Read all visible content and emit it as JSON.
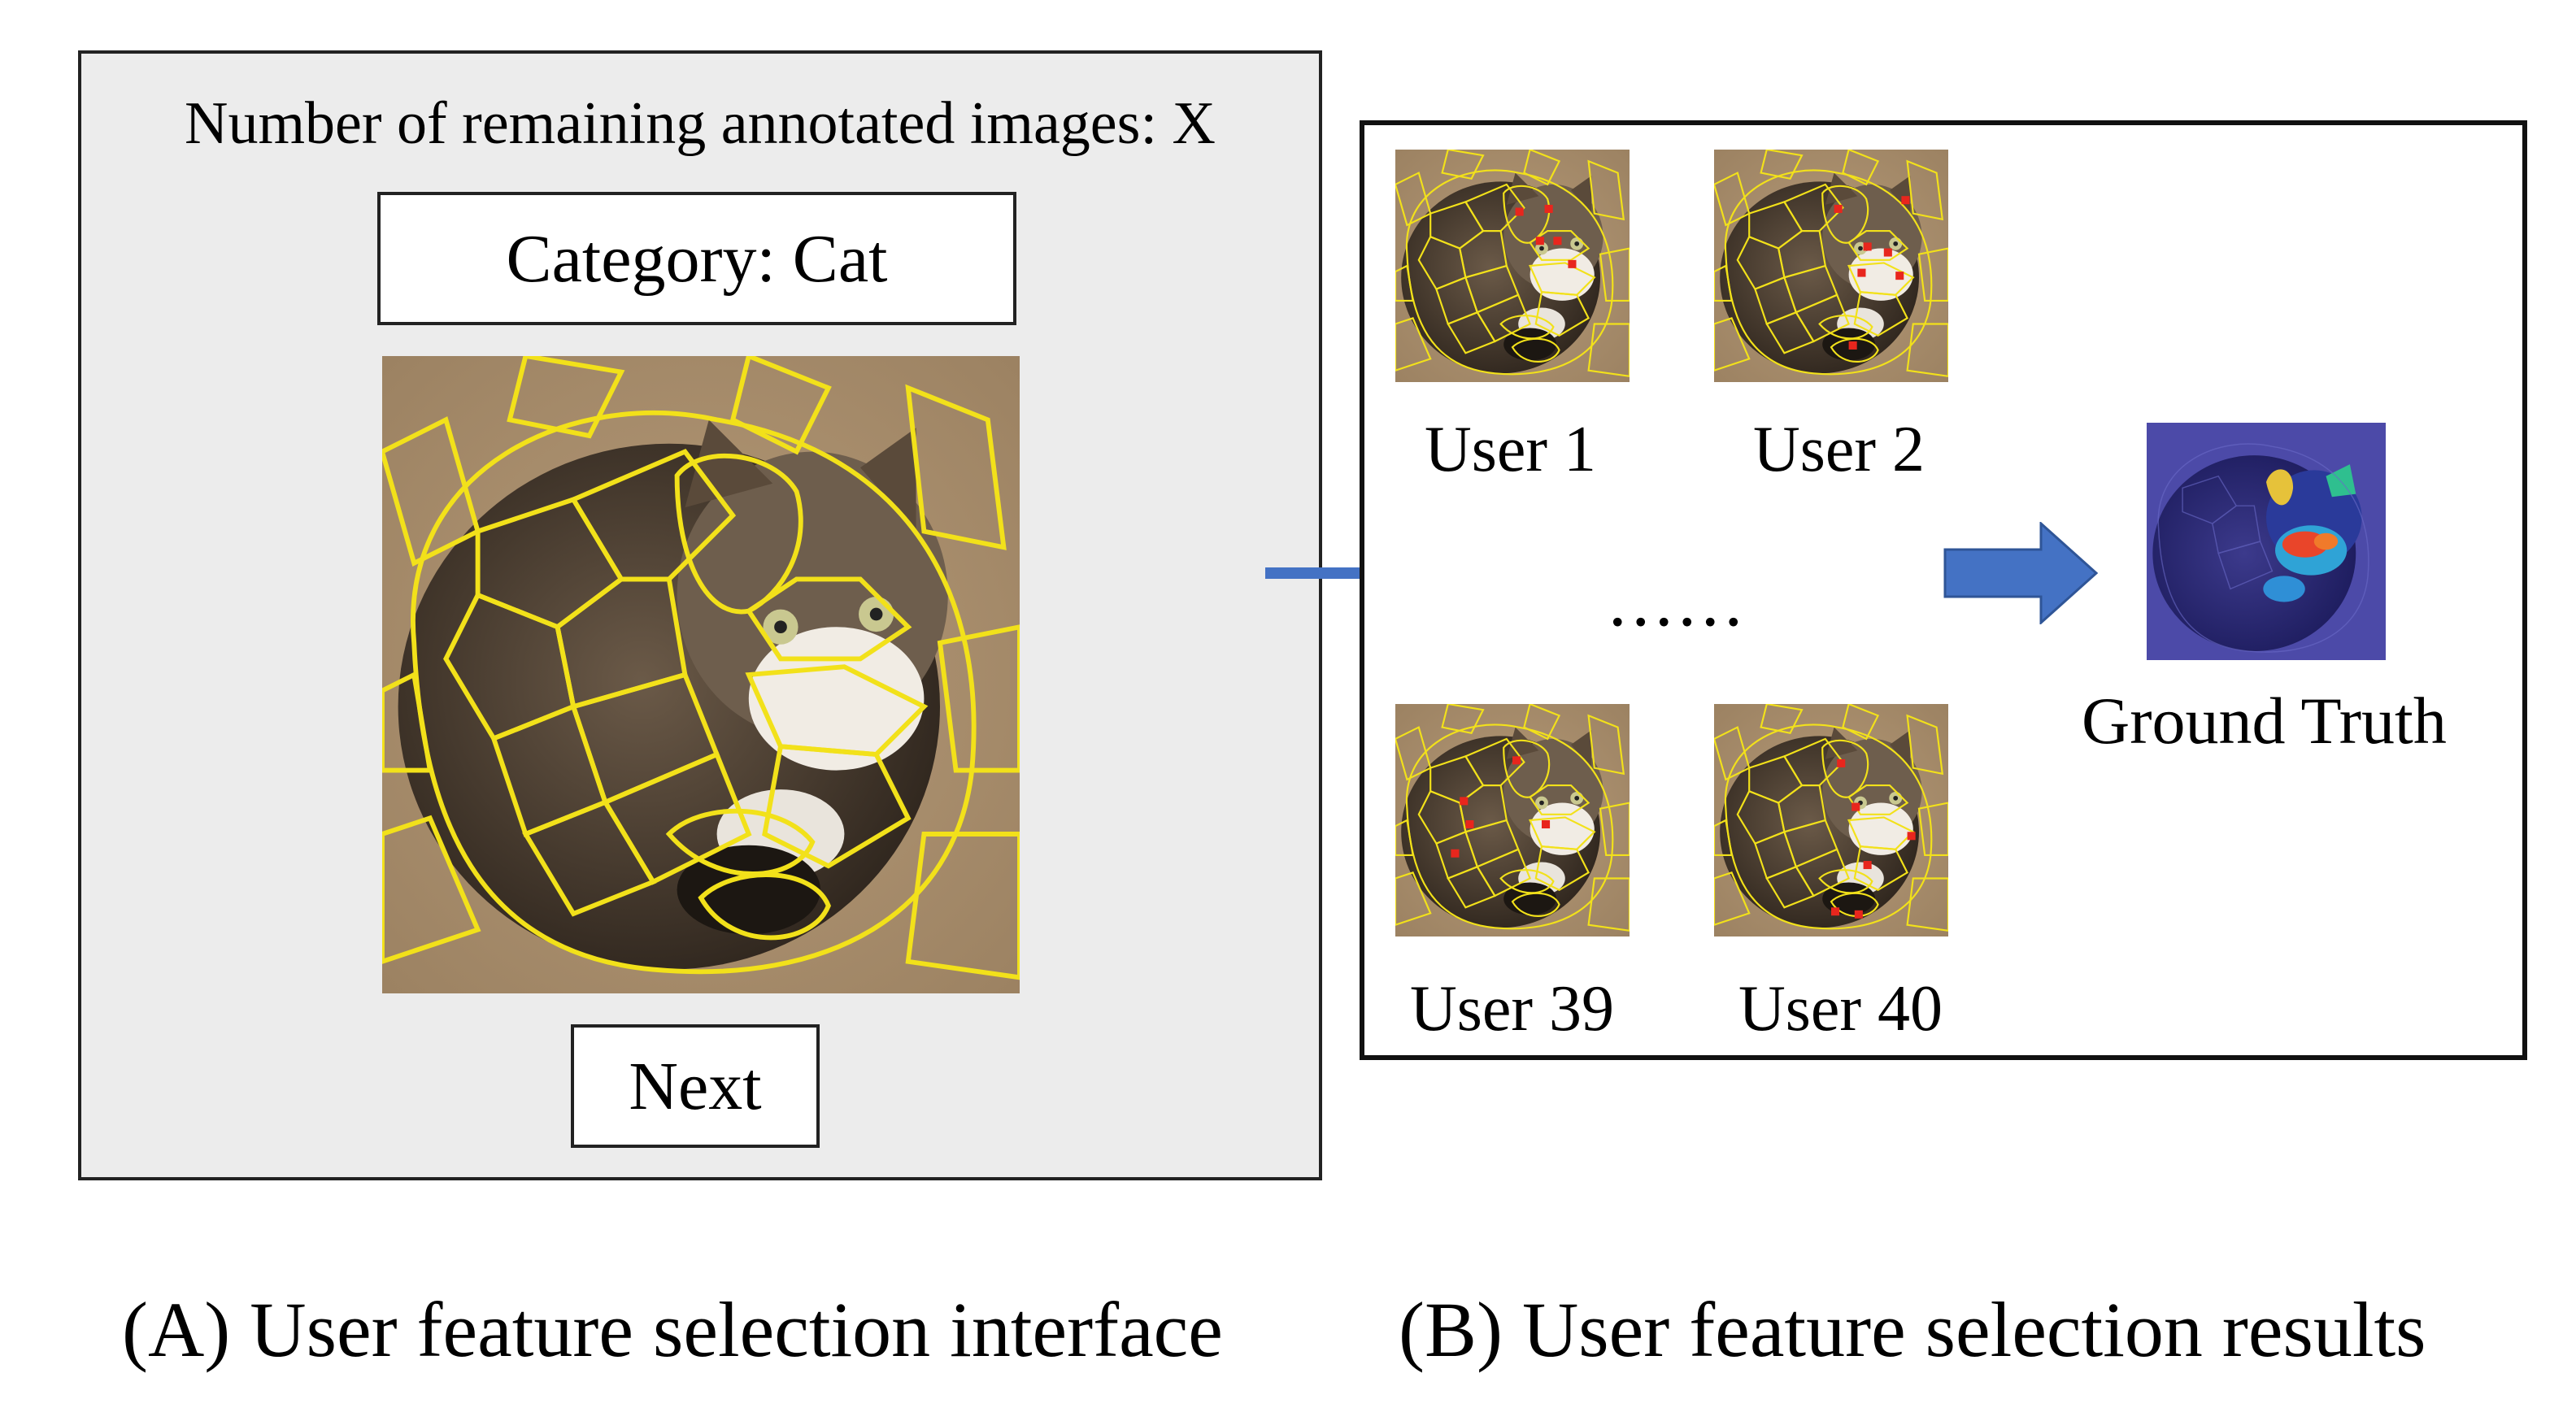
{
  "panel_a": {
    "remaining_text": "Number of remaining annotated images: X",
    "category_text": "Category: Cat",
    "next_label": "Next",
    "caption": "(A) User feature selection interface"
  },
  "panel_b": {
    "users": [
      {
        "label": "User 1"
      },
      {
        "label": "User 2"
      },
      {
        "label": "User 39"
      },
      {
        "label": "User 40"
      }
    ],
    "ellipsis": "......",
    "ground_truth_label": "Ground Truth",
    "caption": "(B) User feature selection results"
  },
  "colors": {
    "segment_outline": "#f2e11a",
    "arrow": "#4472c4",
    "selected_segment": "#e8261d",
    "panel_a_bg": "#ececec"
  }
}
